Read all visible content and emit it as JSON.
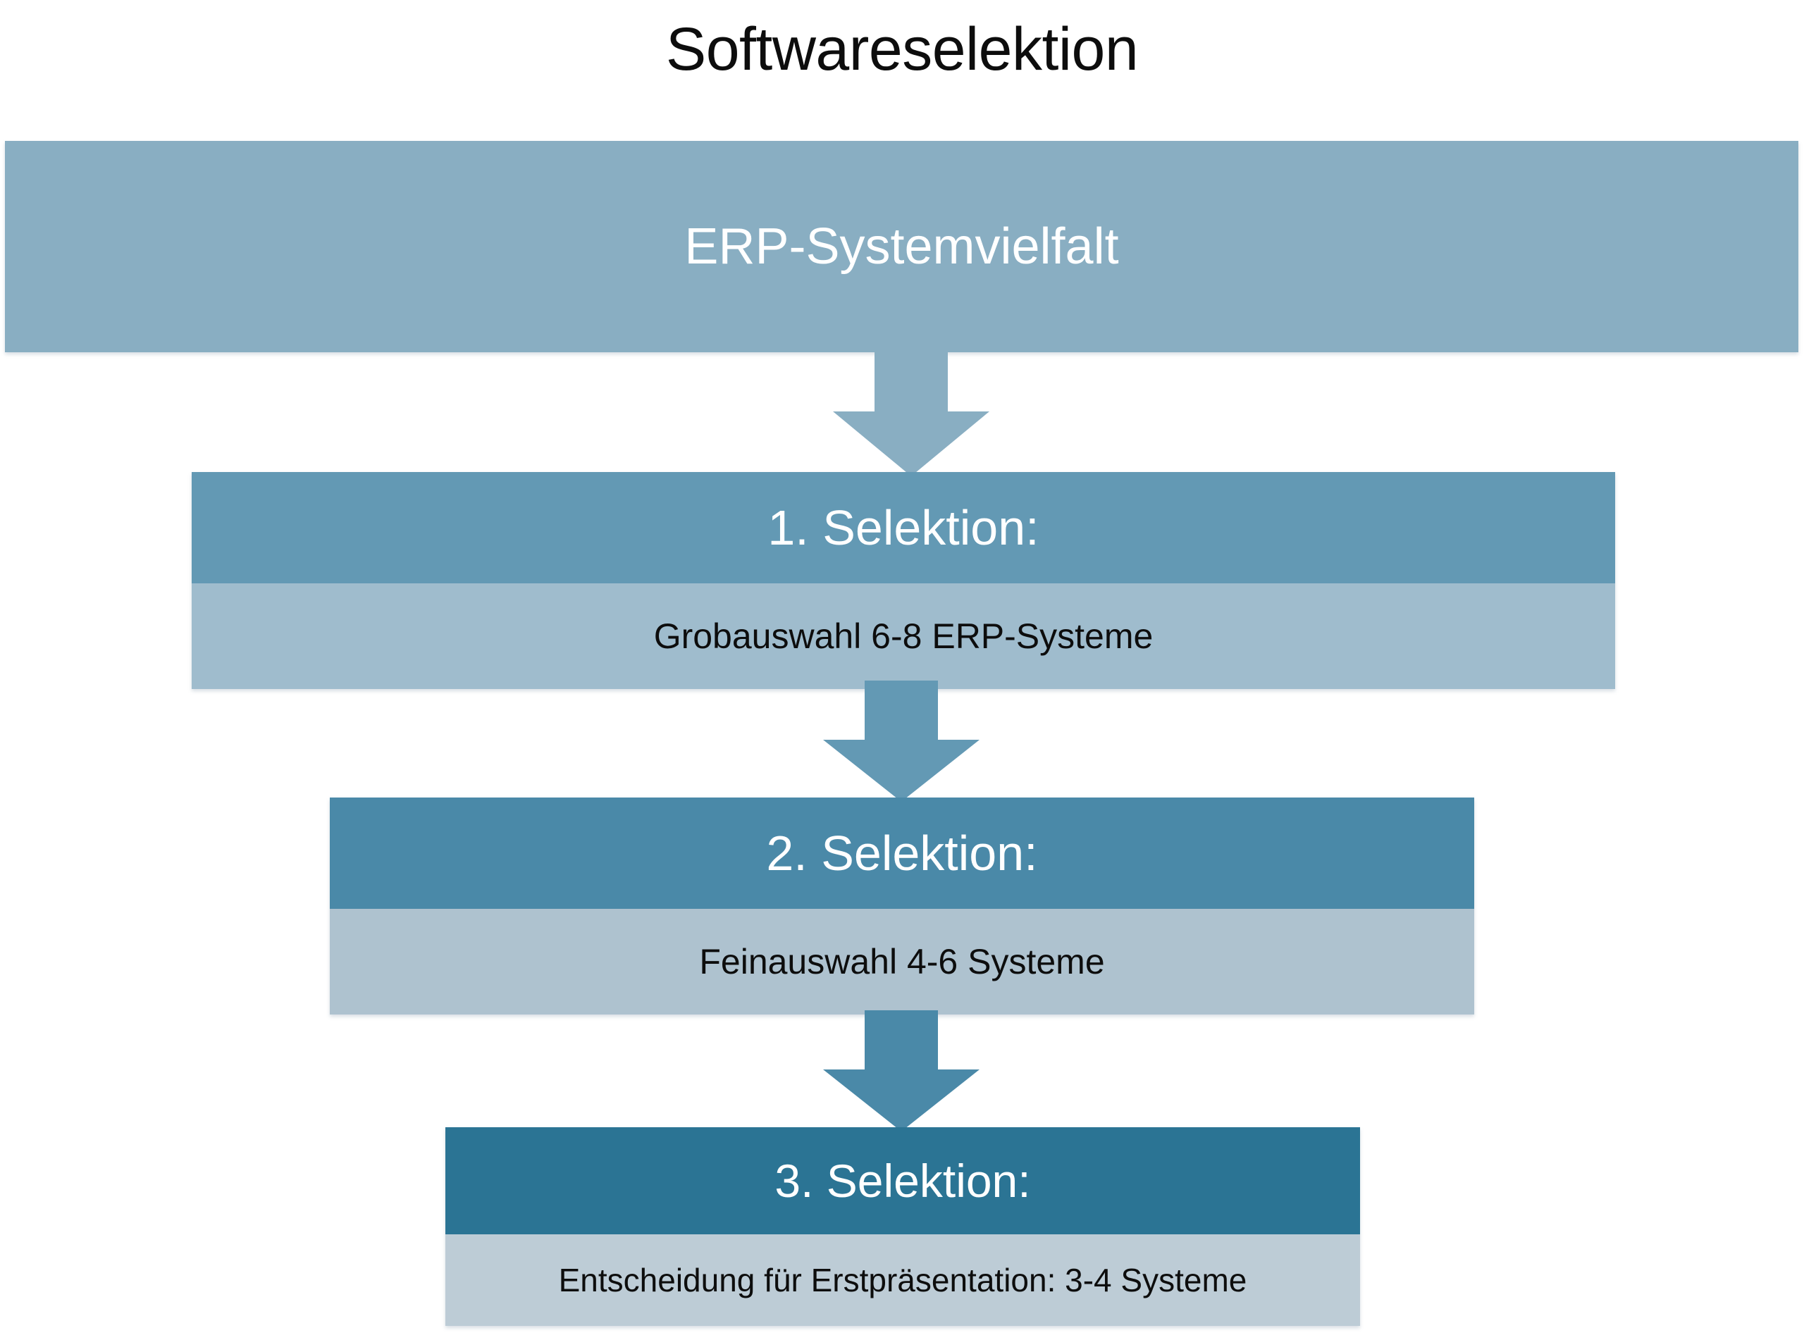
{
  "title": "Softwareselektion",
  "top_band": {
    "label": "ERP-Systemvielfalt",
    "fill": "#89aec2",
    "text_color": "#ffffff"
  },
  "steps": [
    {
      "header": "1. Selektion:",
      "body": "Grobauswahl 6-8 ERP-Systeme",
      "header_fill": "#6399b4",
      "body_fill": "#9fbccd",
      "header_text_color": "#ffffff",
      "body_text_color": "#0d0d0d"
    },
    {
      "header": "2. Selektion:",
      "body": "Feinauswahl 4-6 Systeme",
      "header_fill": "#4a89a8",
      "body_fill": "#aec2cf",
      "header_text_color": "#ffffff",
      "body_text_color": "#0d0d0d"
    },
    {
      "header": "3. Selektion:",
      "body": "Entscheidung für Erstpräsentation: 3-4 Systeme",
      "header_fill": "#2b7494",
      "body_fill": "#bdccd6",
      "header_text_color": "#ffffff",
      "body_text_color": "#0d0d0d"
    }
  ],
  "arrows": [
    {
      "name": "arrow-top-to-step1",
      "fill": "#89aec2"
    },
    {
      "name": "arrow-step1-to-step2",
      "fill": "#6399b4"
    },
    {
      "name": "arrow-step2-to-step3",
      "fill": "#4a89a8"
    }
  ],
  "background": "#ffffff"
}
